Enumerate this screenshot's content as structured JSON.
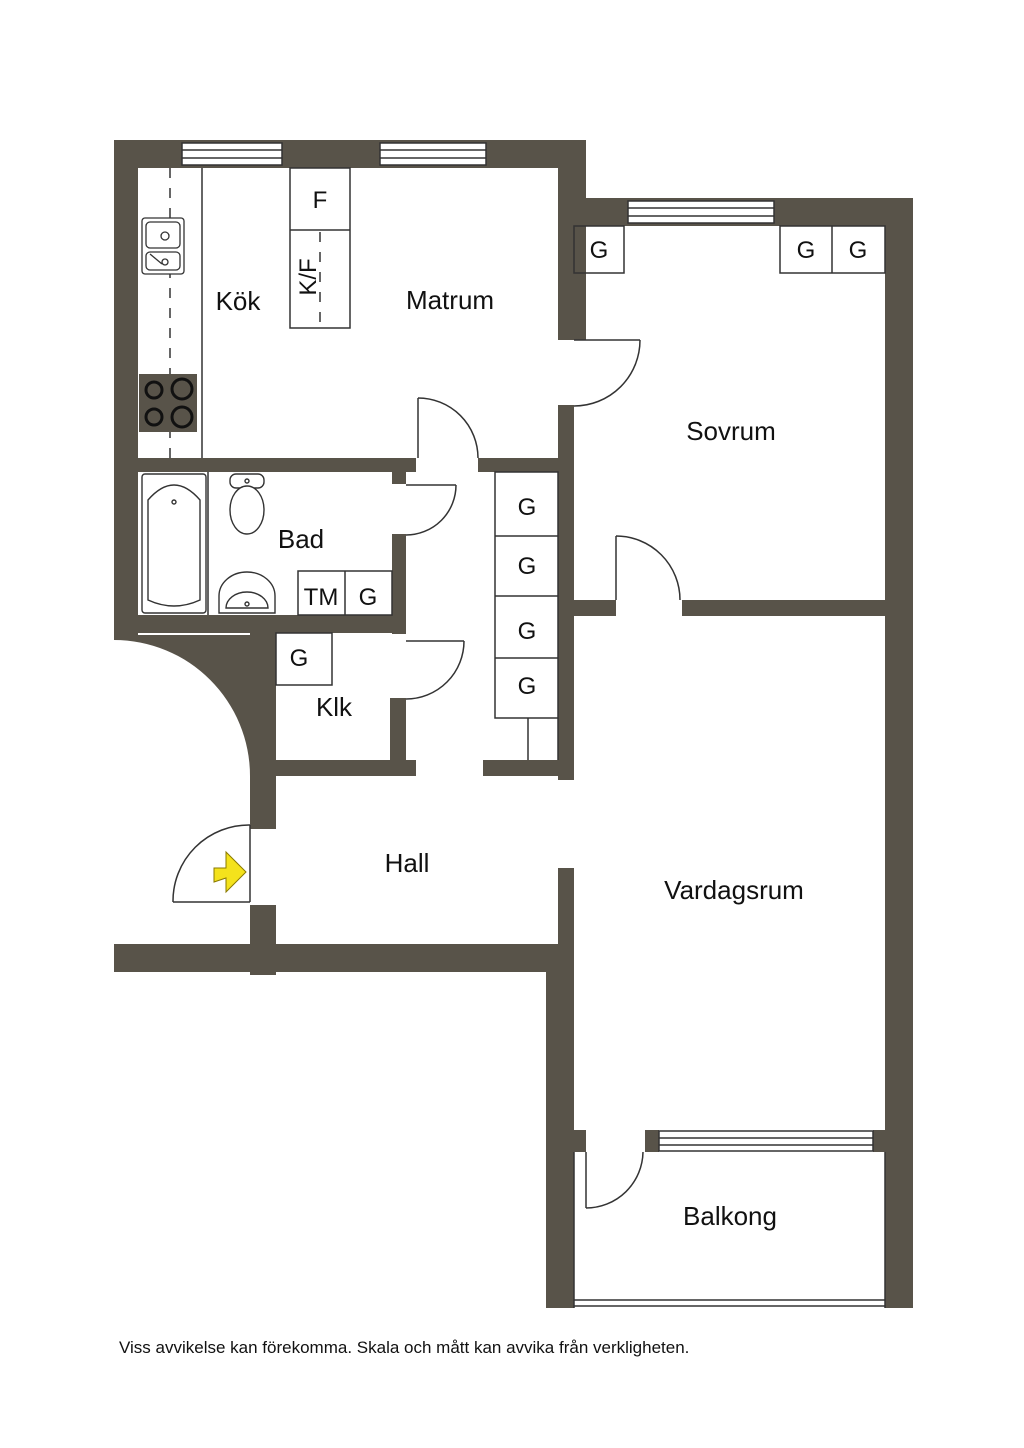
{
  "colors": {
    "wall": "#585349",
    "line": "#333333",
    "background": "#ffffff",
    "entrance_arrow": "#f4e21c"
  },
  "rooms": {
    "kitchen": "Kök",
    "dining": "Matrum",
    "bedroom": "Sovrum",
    "bathroom": "Bad",
    "closet": "Klk",
    "hall": "Hall",
    "living_room": "Vardagsrum",
    "balcony": "Balkong"
  },
  "fixtures": {
    "freezer": "F",
    "fridge_freezer": "K/F",
    "wardrobe": "G",
    "washing_machine": "TM"
  },
  "icons": {
    "entrance": "entrance-arrow-icon",
    "sink": "kitchen-sink-icon",
    "stove": "stove-icon",
    "bathtub": "bathtub-icon",
    "toilet": "toilet-icon",
    "washbasin": "washbasin-icon"
  },
  "disclaimer": "Viss avvikelse kan förekomma. Skala och mått kan avvika från verkligheten."
}
